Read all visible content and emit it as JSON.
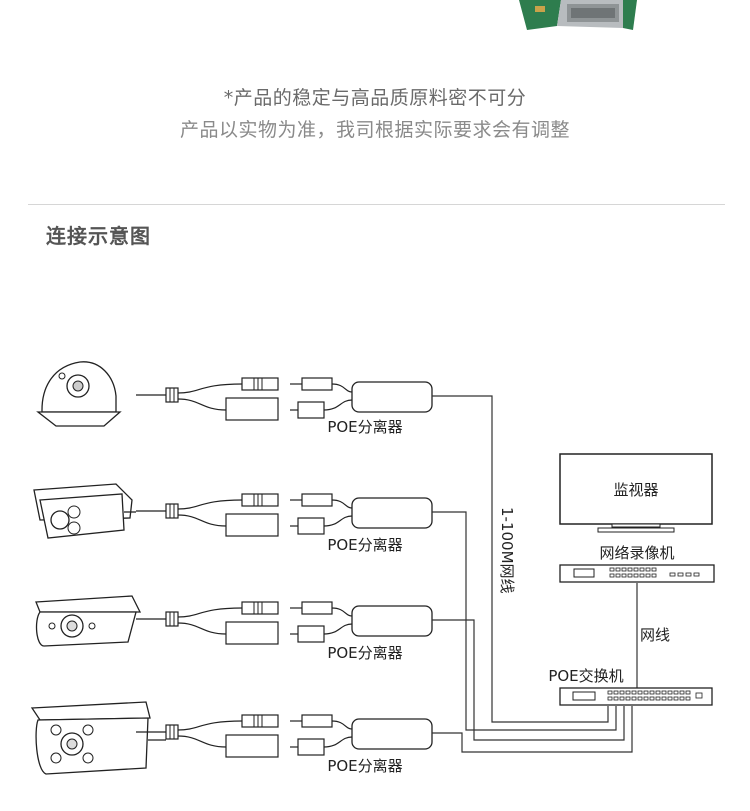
{
  "header": {
    "tagline_primary": "*产品的稳定与高品质原料密不可分",
    "tagline_secondary": "产品以实物为准，我司根据实际要求会有调整"
  },
  "section": {
    "title": "连接示意图"
  },
  "diagram": {
    "splitter_label": "POE分离器",
    "cable_label": "1-100M网线",
    "monitor_label": "监视器",
    "nvr_label": "网络录像机",
    "network_cable_label": "网线",
    "poe_switch_label": "POE交换机",
    "cameras": [
      {
        "type": "dome-camera-icon"
      },
      {
        "type": "bullet-camera-icon"
      },
      {
        "type": "box-camera-icon"
      },
      {
        "type": "bullet-camera-large-icon"
      }
    ]
  }
}
